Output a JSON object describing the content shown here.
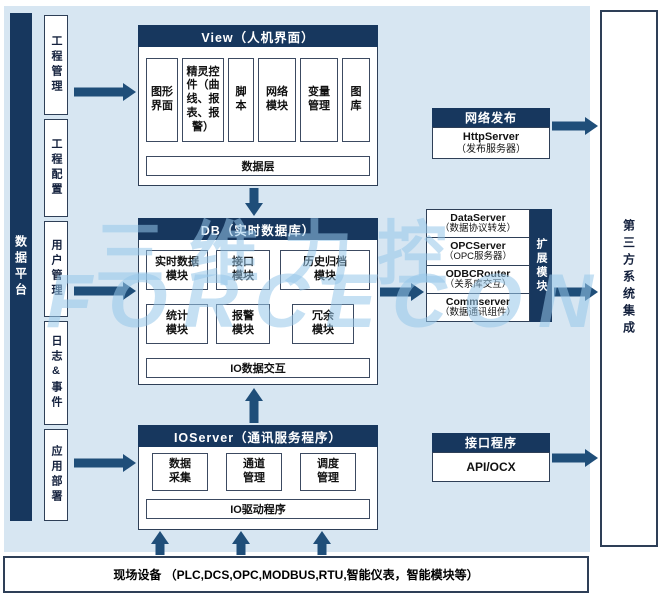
{
  "colors": {
    "navy": "#17375E",
    "arrow": "#1F4E79",
    "panel_bg": "#D7E6F2"
  },
  "watermark": {
    "cn": "三维力控",
    "en": "FORCECON"
  },
  "data_platform": {
    "label": "数据平台"
  },
  "platform_items": [
    {
      "label": "工程管理"
    },
    {
      "label": "工程配置"
    },
    {
      "label": "用户管理"
    },
    {
      "label": "日志&事件"
    },
    {
      "label": "应用部署"
    }
  ],
  "view_block": {
    "title": "View（人机界面）",
    "modules": [
      {
        "label": "图形\n界面"
      },
      {
        "label": "精灵控\n件（曲\n线、报\n表、报\n警）"
      },
      {
        "label": "脚\n本"
      },
      {
        "label": "网络\n模块"
      },
      {
        "label": "变量\n管理"
      },
      {
        "label": "图\n库"
      }
    ],
    "footer": "数据层"
  },
  "db_block": {
    "title": "DB（实时数据库）",
    "modules_row1": [
      {
        "label": "实时数据\n模块"
      },
      {
        "label": "接口\n模块"
      },
      {
        "label": "历史归档\n模块"
      }
    ],
    "modules_row2": [
      {
        "label": "统计\n模块"
      },
      {
        "label": "报警\n模块"
      },
      {
        "label": "冗余\n模块"
      }
    ],
    "footer": "IO数据交互"
  },
  "ioserver_block": {
    "title": "IOServer（通讯服务程序）",
    "modules": [
      {
        "label": "数据\n采集"
      },
      {
        "label": "通道\n管理"
      },
      {
        "label": "调度\n管理"
      }
    ],
    "footer": "IO驱动程序"
  },
  "network_publish": {
    "title": "网络发布",
    "server": "HttpServer",
    "server_desc": "（发布服务器）"
  },
  "extension_modules": {
    "bar_label": "扩展模块",
    "items": [
      {
        "name": "DataServer",
        "desc": "（数据协议转发）"
      },
      {
        "name": "OPCServer",
        "desc": "（OPC服务器）"
      },
      {
        "name": "ODBCRouter",
        "desc": "（关系库交互）"
      },
      {
        "name": "Commserver",
        "desc": "（数据通讯组件）"
      }
    ]
  },
  "interface_program": {
    "title": "接口程序",
    "label": "API/OCX"
  },
  "third_party": {
    "label": "第三方系统集成"
  },
  "field_devices": {
    "label": "现场设备 （PLC,DCS,OPC,MODBUS,RTU,智能仪表，智能模块等）"
  }
}
